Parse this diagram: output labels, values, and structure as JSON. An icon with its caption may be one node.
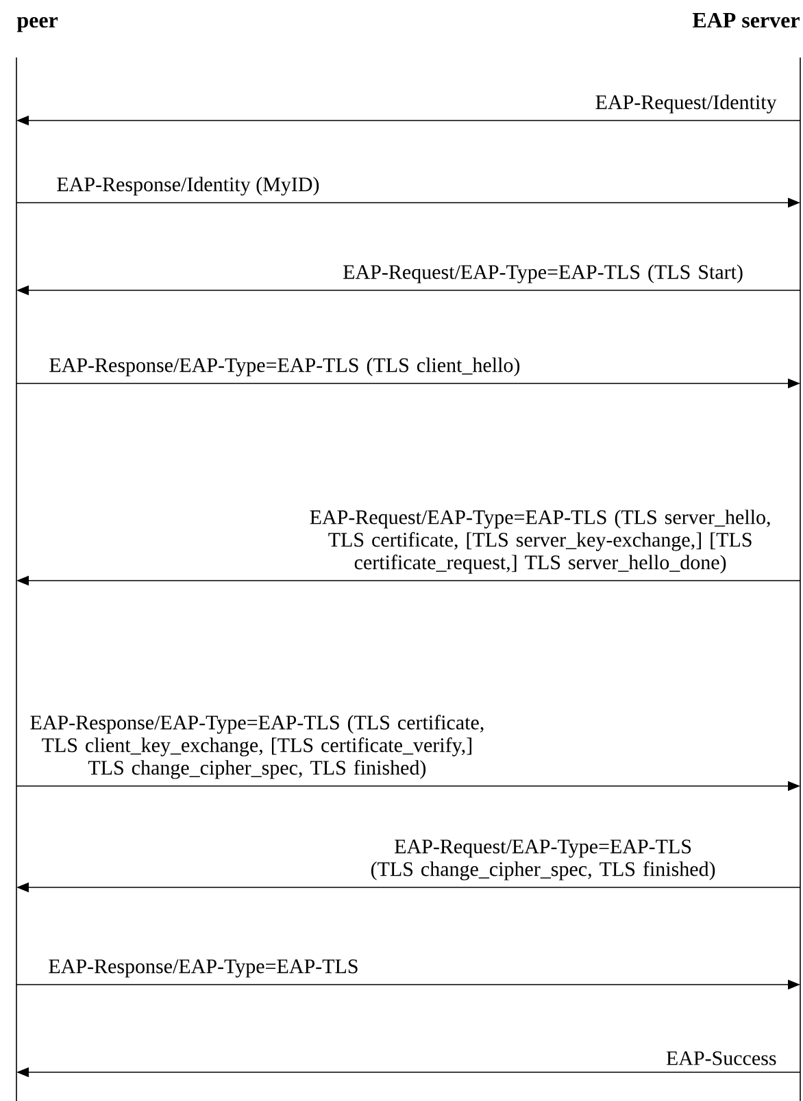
{
  "diagram": {
    "nodes": [
      {
        "text": [
          "peer"
        ]
      },
      {
        "text": [
          "EAP server"
        ]
      }
    ],
    "edges": [
      {
        "from": 1,
        "to": 0,
        "arrow": "to",
        "label": "EAP-Request/Identity"
      },
      {
        "from": 0,
        "to": 1,
        "arrow": "to",
        "label": "EAP-Response/Identity (MyID)"
      },
      {
        "from": 1,
        "to": 0,
        "arrow": "to",
        "label": "EAP-Request/EAP-Type=EAP-TLS (TLS Start)"
      },
      {
        "from": 0,
        "to": 1,
        "arrow": "to",
        "label": "EAP-Response/EAP-Type=EAP-TLS (TLS client_hello)"
      },
      {
        "from": 1,
        "to": 0,
        "arrow": "to",
        "label": "EAP-Request/EAP-Type=EAP-TLS (TLS server_hello, TLS certificate, [TLS server_key-exchange,] [TLS certificate_request,] TLS server_hello_done)"
      },
      {
        "from": 0,
        "to": 1,
        "arrow": "to",
        "label": "EAP-Response/EAP-Type=EAP-TLS (TLS certificate, TLS client_key_exchange, [TLS certificate_verify,] TLS change_cipher_spec, TLS finished)"
      },
      {
        "from": 1,
        "to": 0,
        "arrow": "to",
        "label": "EAP-Request/EAP-Type=EAP-TLS (TLS change_cipher_spec, TLS finished)"
      },
      {
        "from": 0,
        "to": 1,
        "arrow": "to",
        "label": "EAP-Response/EAP-Type=EAP-TLS"
      },
      {
        "from": 1,
        "to": 0,
        "arrow": "to",
        "label": "EAP-Success"
      }
    ]
  }
}
